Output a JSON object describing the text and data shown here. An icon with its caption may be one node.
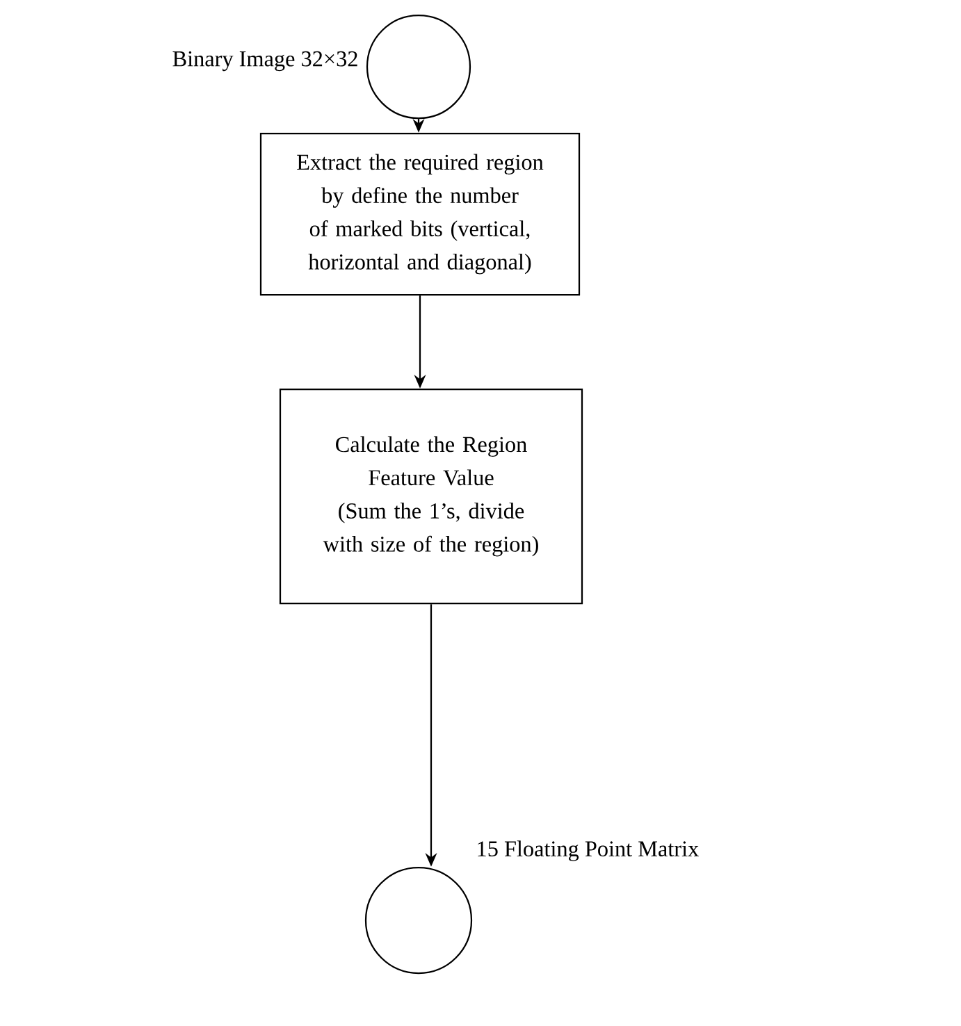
{
  "diagram": {
    "nodes": [
      {
        "text": [],
        "shape": "circle",
        "beside": [
          "Binary Image 32×32"
        ]
      },
      {
        "text": [
          "Extract the required region by define the number of marked bits (vertical, horizontal and diagonal)"
        ]
      },
      {
        "text": [
          "Calculate the Region Feature Value",
          "(Sum the 1’s, divide with size of the region)"
        ]
      },
      {
        "text": [],
        "shape": "circle",
        "beside": [
          "15 Floating Point Matrix"
        ]
      }
    ],
    "edges": [
      {
        "from": 0,
        "to": 1,
        "arrow": "to"
      },
      {
        "from": 1,
        "to": 2,
        "arrow": "to"
      },
      {
        "from": 2,
        "to": 3,
        "arrow": "to"
      }
    ]
  }
}
